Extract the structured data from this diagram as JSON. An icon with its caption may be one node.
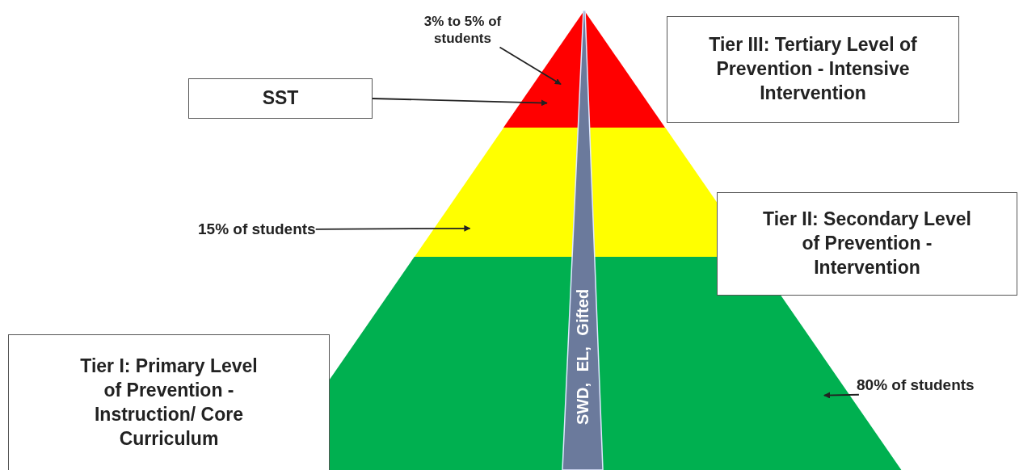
{
  "diagram": {
    "nodes": [
      {
        "text": [
          "3% to 5% of students"
        ]
      },
      {
        "text": [],
        "shape": "triangle"
      },
      {
        "text": [
          "Tier III: Tertiary Level of Prevention - Intensive Intervention"
        ]
      },
      {
        "text": [
          "SST"
        ]
      },
      {
        "text": [],
        "shape": "band"
      },
      {
        "text": [
          "15% of students"
        ]
      },
      {
        "text": [
          "Tier II: Secondary Level of Prevention - Intervention"
        ]
      },
      {
        "text": [
          "SWD, EL, Gifted"
        ]
      },
      {
        "text": [],
        "shape": "band"
      },
      {
        "text": [
          "Tier I: Primary Level of Prevention - Instruction/ Core Curriculum"
        ]
      },
      {
        "text": [
          "80% of students"
        ]
      }
    ],
    "edges": [
      {
        "from": 0,
        "to": 1,
        "arrow": "to"
      },
      {
        "from": 3,
        "to": 1,
        "arrow": "to"
      },
      {
        "from": 5,
        "to": 4,
        "arrow": "to"
      },
      {
        "from": 10,
        "to": 8,
        "arrow": "to"
      }
    ]
  }
}
